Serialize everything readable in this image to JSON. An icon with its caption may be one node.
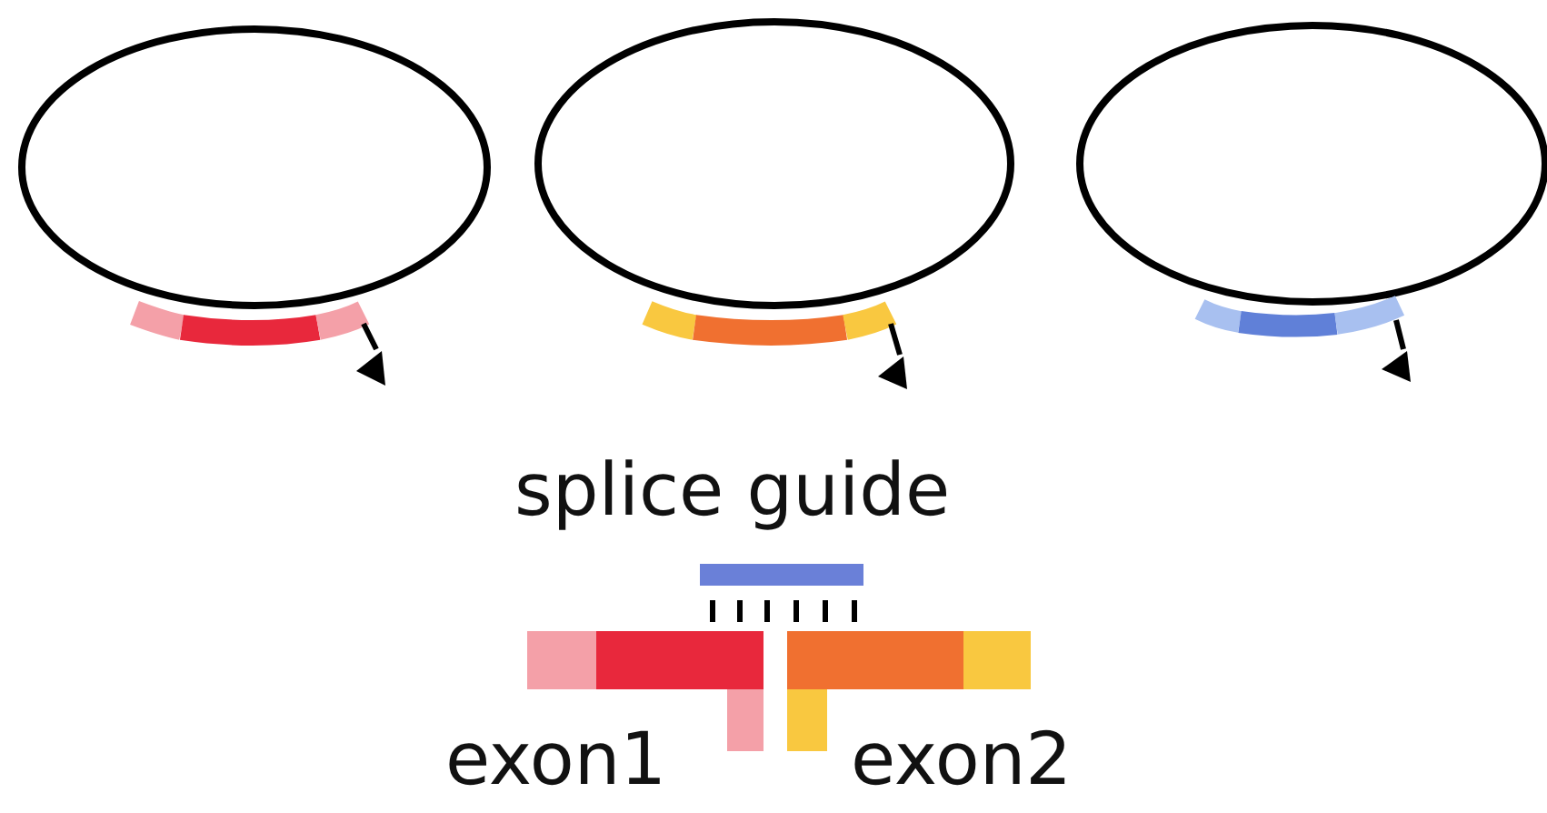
{
  "diagram": {
    "labels": [
      "splice guide",
      "exon1",
      "exon2"
    ]
  }
}
